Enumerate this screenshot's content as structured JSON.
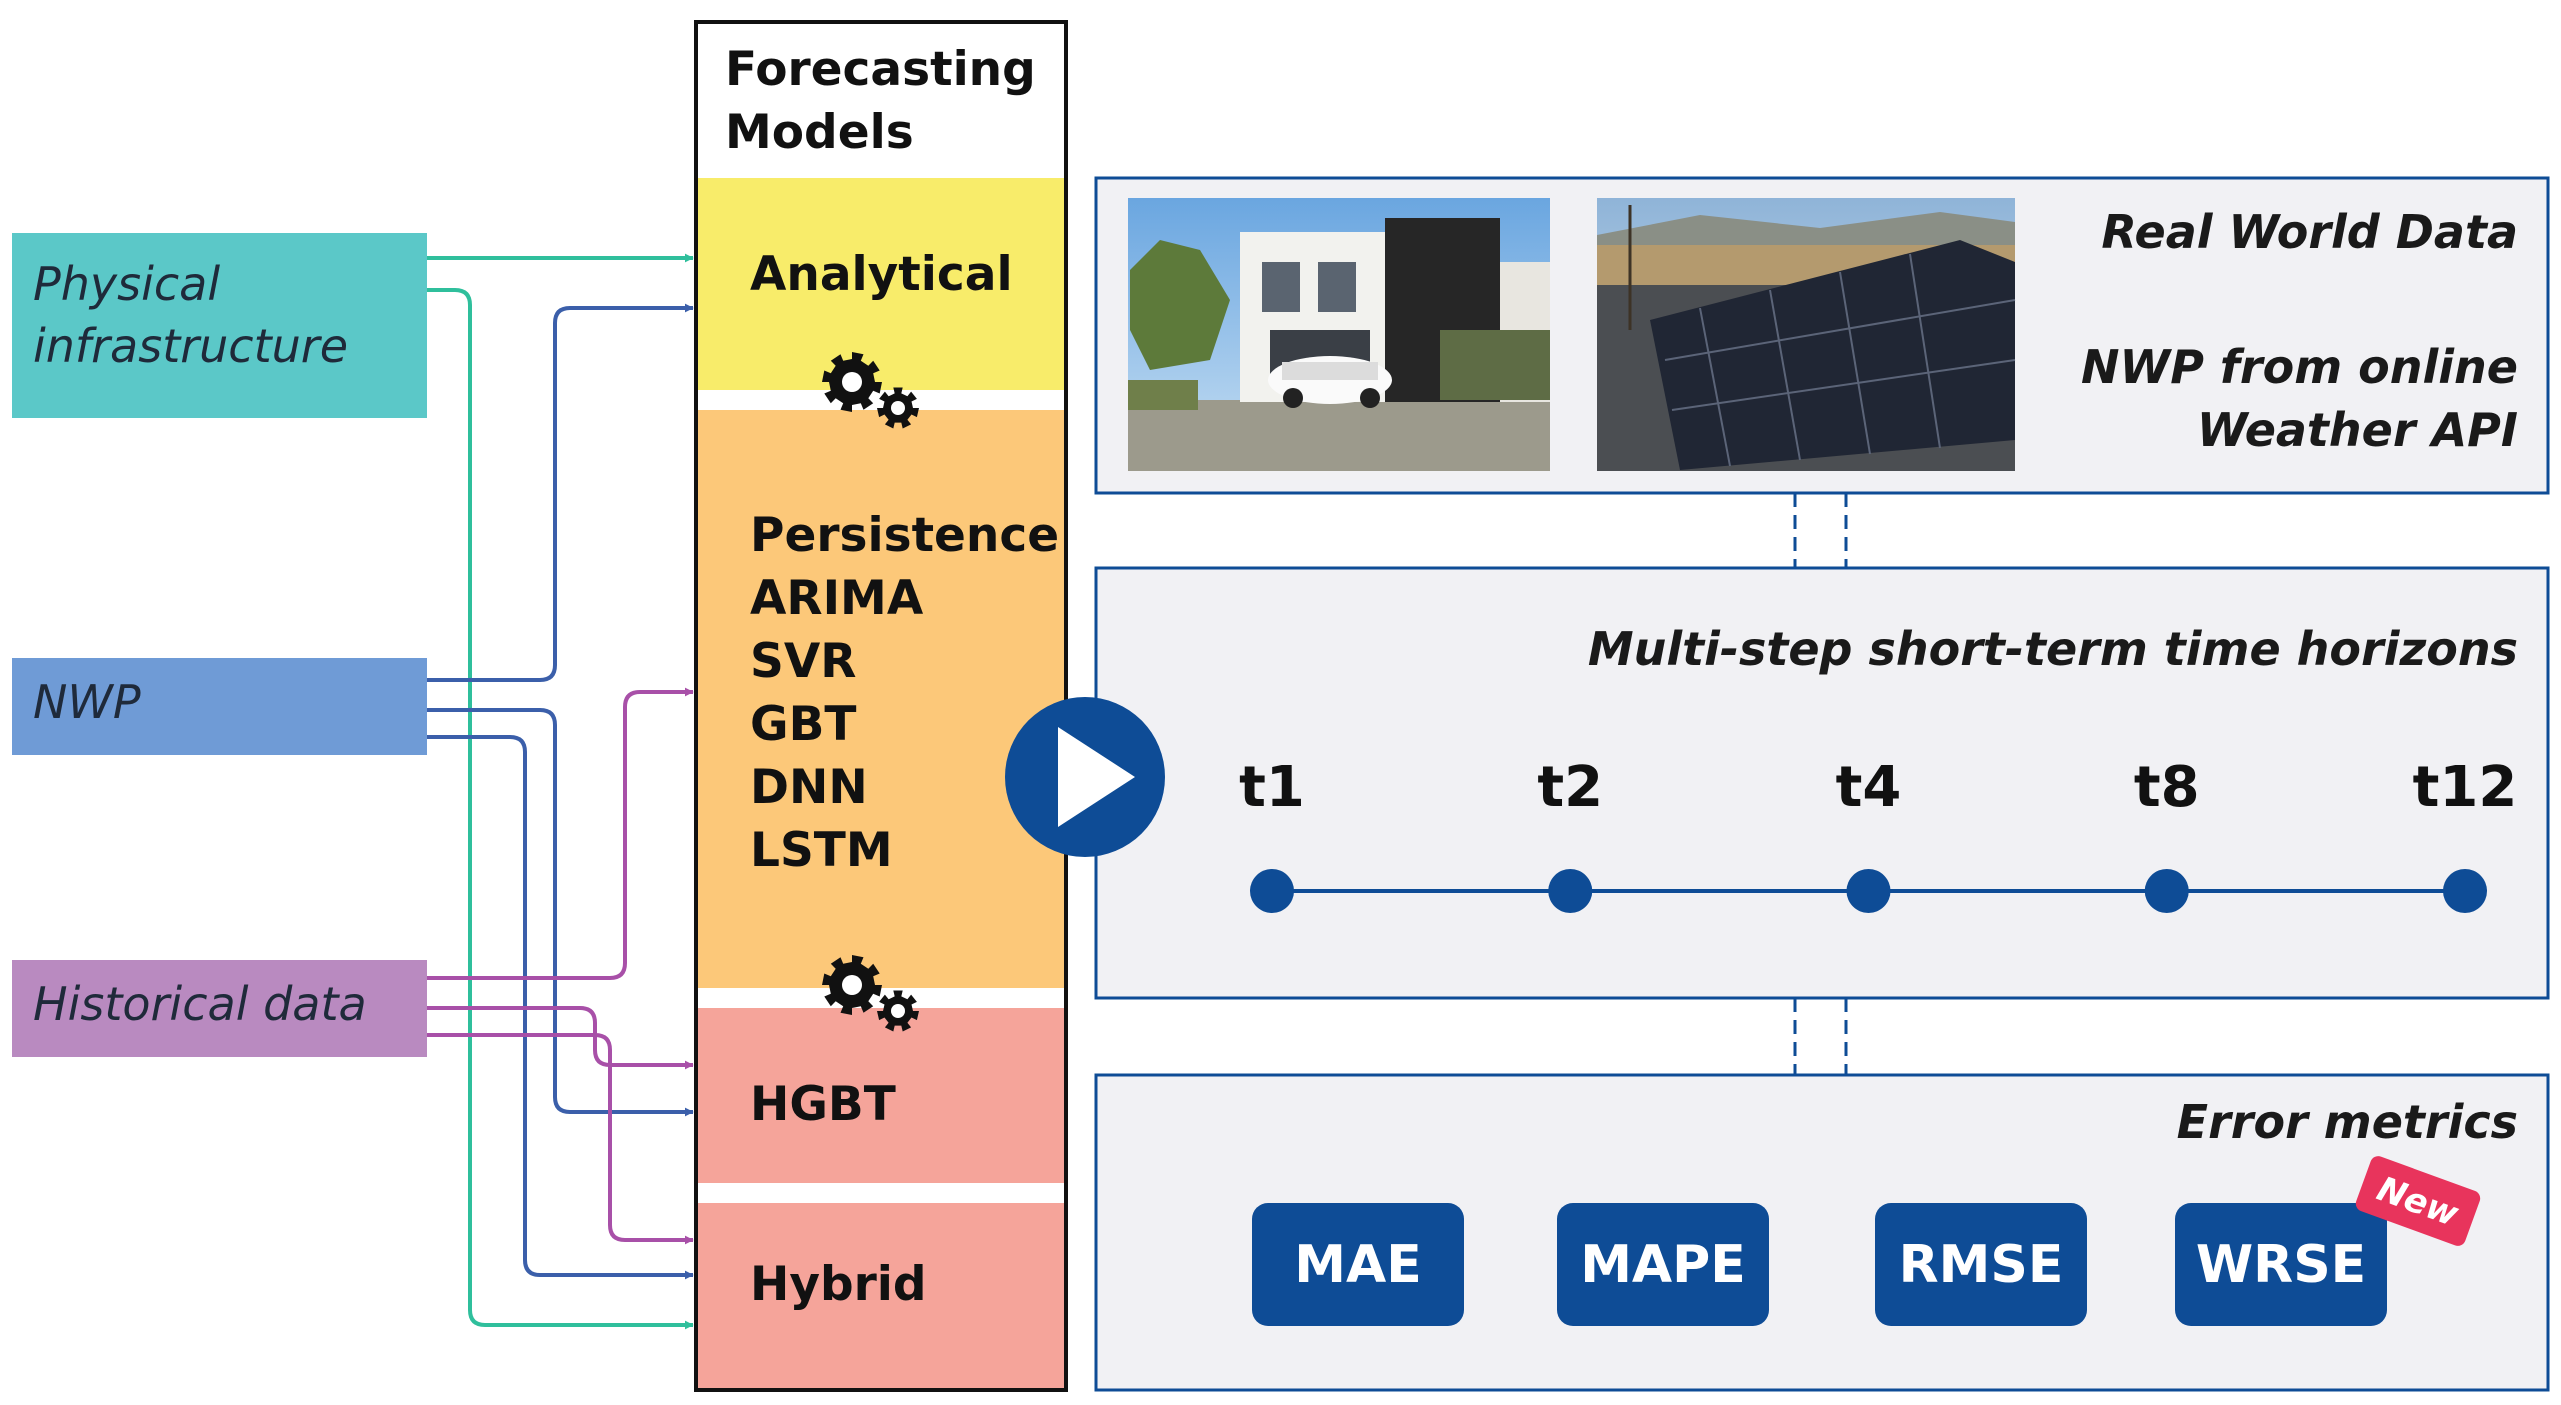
{
  "inputs": {
    "physical": [
      "Physical",
      "infrastructure"
    ],
    "nwp": "NWP",
    "historical": "Historical data"
  },
  "models": {
    "header": [
      "Forecasting",
      "Models"
    ],
    "analytical": "Analytical",
    "ml_list": [
      "Persistence",
      "ARIMA",
      "SVR",
      "GBT",
      "DNN",
      "LSTM"
    ],
    "hgbt": "HGBT",
    "hybrid": "Hybrid"
  },
  "data_panel": {
    "label1": "Real World Data",
    "label2": [
      "NWP from online",
      "Weather API"
    ]
  },
  "horizons": {
    "title": "Multi-step short-term time horizons",
    "steps": [
      "t1",
      "t2",
      "t4",
      "t8",
      "t12"
    ]
  },
  "errors": {
    "title": "Error metrics",
    "metrics": [
      "MAE",
      "MAPE",
      "RMSE",
      "WRSE"
    ],
    "new_badge": "New"
  },
  "colors": {
    "physical": "#5bc8c8",
    "nwp": "#6f9bd6",
    "historical": "#b98ac0",
    "teal_line": "#2fbf9c",
    "blue_line": "#3b5faa",
    "purple_line": "#a850a8",
    "analytical": "#f8ec6a",
    "ml": "#fcc879",
    "pink": "#f5a49a",
    "navy": "#0e4c96",
    "badge": "#e8345c"
  }
}
